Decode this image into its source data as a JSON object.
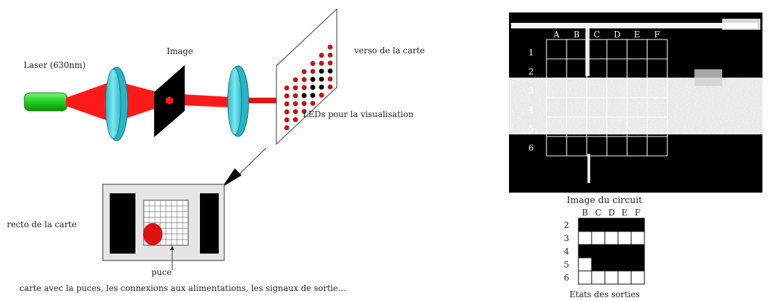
{
  "left_diagram": {
    "laser_label": "Laser (630nm)",
    "image_label": "Image",
    "back_label": "verso de la carte",
    "leds_label": "LEDs pour la visualisation",
    "front_label": "recto de la carte",
    "chip_label": "puce",
    "caption": "carte avec la puces, les connexions aux alimentations, les signaux de sortie...",
    "colors": {
      "beam": "#ff1a1a",
      "lens": "#40d2e0",
      "laser": "#1fd21f",
      "led_on": "#000000",
      "led_off": "#c41414"
    }
  },
  "circuit_image": {
    "columns": [
      "A",
      "B",
      "C",
      "D",
      "E",
      "F"
    ],
    "rows": [
      "1",
      "2",
      "3",
      "4",
      "5",
      "6"
    ],
    "caption": "Image du circuit"
  },
  "output_table": {
    "columns": [
      "B",
      "C",
      "D",
      "E",
      "F"
    ],
    "rows": [
      "2",
      "3",
      "4",
      "5",
      "6"
    ],
    "states": [
      [
        1,
        1,
        1,
        1,
        1
      ],
      [
        0,
        0,
        0,
        0,
        0
      ],
      [
        1,
        1,
        1,
        1,
        1
      ],
      [
        0,
        1,
        1,
        1,
        1
      ],
      [
        0,
        0,
        0,
        0,
        0
      ]
    ],
    "caption": "Etats des sorties"
  }
}
